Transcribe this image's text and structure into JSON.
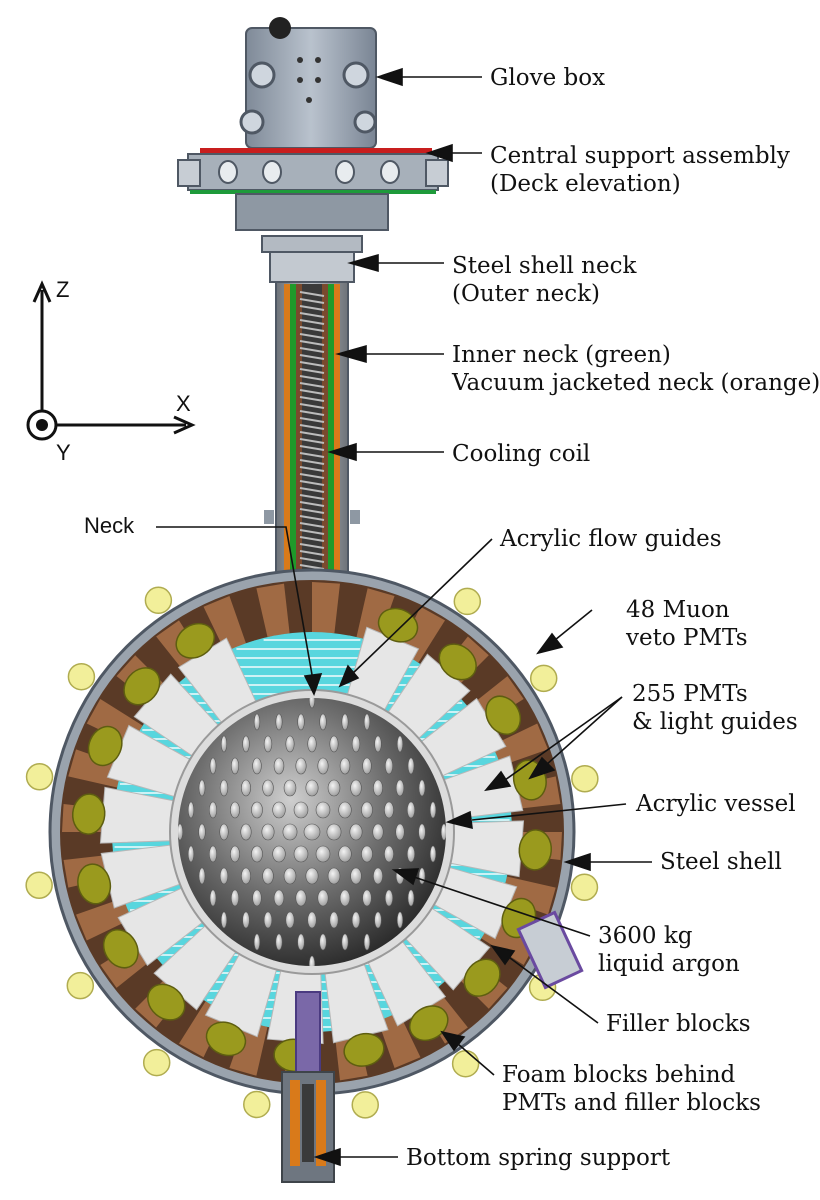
{
  "labels": {
    "glove_box": "Glove box",
    "central_support_1": "Central support assembly",
    "central_support_2": "(Deck elevation)",
    "steel_shell_neck_1": "Steel shell neck",
    "steel_shell_neck_2": "(Outer neck)",
    "inner_neck_1": "Inner neck (green)",
    "inner_neck_2": "Vacuum jacketed neck (orange)",
    "cooling_coil": "Cooling coil",
    "neck": "Neck",
    "acrylic_flow_guides": "Acrylic flow guides",
    "muon_veto_1": "48 Muon",
    "muon_veto_2": "veto PMTs",
    "pmts_1": "255 PMTs",
    "pmts_2": "& light guides",
    "acrylic_vessel": "Acrylic vessel",
    "steel_shell": "Steel shell",
    "argon_1": "3600 kg",
    "argon_2": "liquid argon",
    "filler_blocks": "Filler blocks",
    "foam_blocks_1": "Foam blocks behind",
    "foam_blocks_2": "PMTs and filler blocks",
    "bottom_spring": "Bottom spring support"
  },
  "axes": {
    "z": "Z",
    "x": "X",
    "y": "Y"
  },
  "colors": {
    "steel": "#9aa3ad",
    "steel_dark": "#5f6770",
    "foam": "#8a5a3c",
    "pmt": "#9a9a1e",
    "light_guide": "#e6e6e6",
    "filler": "#58d6de",
    "inner_neck": "#1f9a2a",
    "vacuum_neck": "#d97a1a",
    "muon_pmt": "#f2ef9a",
    "deck_red": "#c81e1e",
    "deck_green": "#1e9a3a"
  }
}
